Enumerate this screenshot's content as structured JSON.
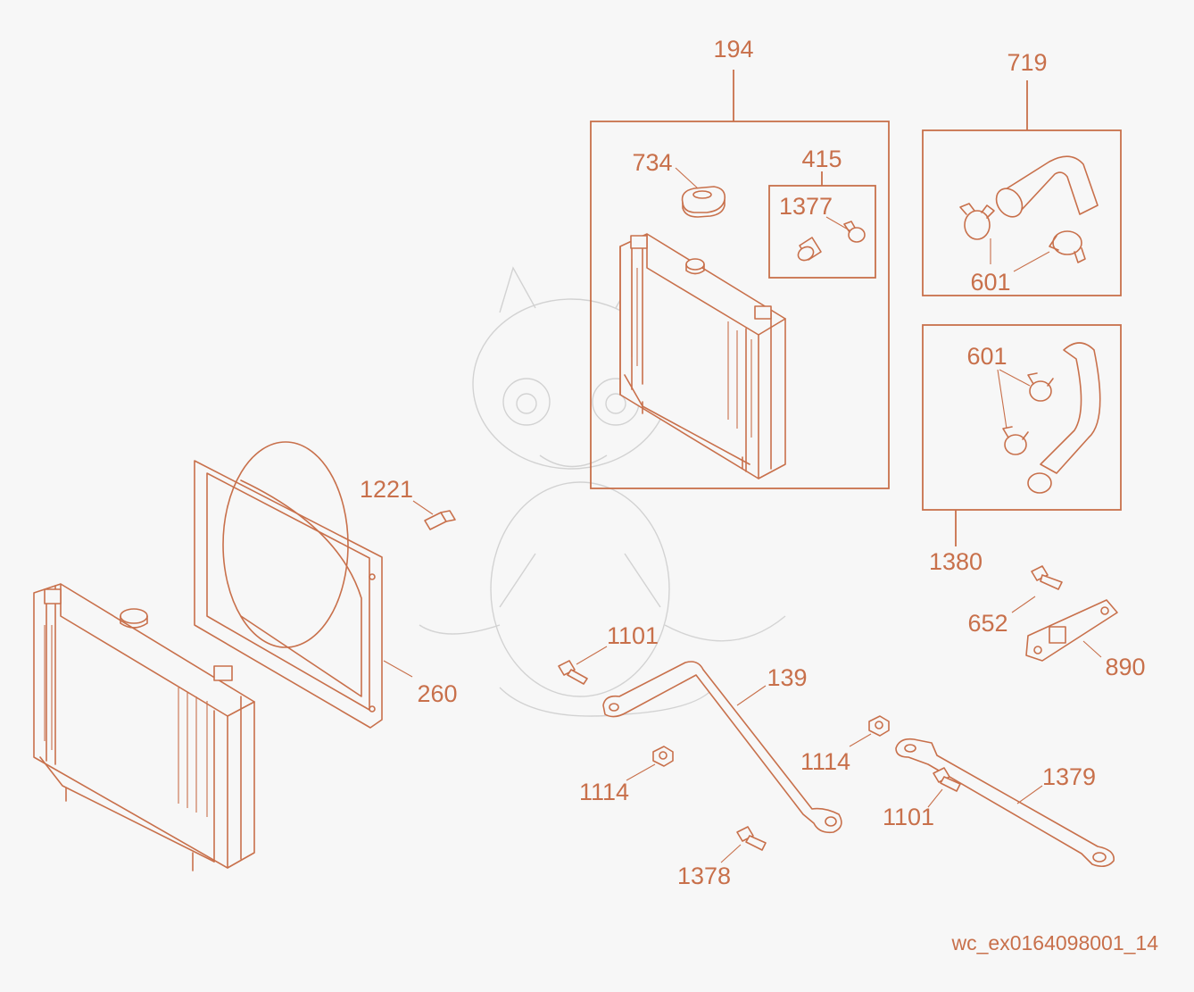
{
  "colors": {
    "accent": "#c8704b",
    "background": "#f7f7f7"
  },
  "doc_id": "wc_ex0164098001_14",
  "labels": {
    "l194": "194",
    "l719": "719",
    "l734": "734",
    "l415": "415",
    "l1377": "1377",
    "l601a": "601",
    "l601b": "601",
    "l1380": "1380",
    "l1221": "1221",
    "l652": "652",
    "l890": "890",
    "l1101a": "1101",
    "l139": "139",
    "l260": "260",
    "l1114a": "1114",
    "l1114b": "1114",
    "l1379": "1379",
    "l1101b": "1101",
    "l1378": "1378"
  }
}
